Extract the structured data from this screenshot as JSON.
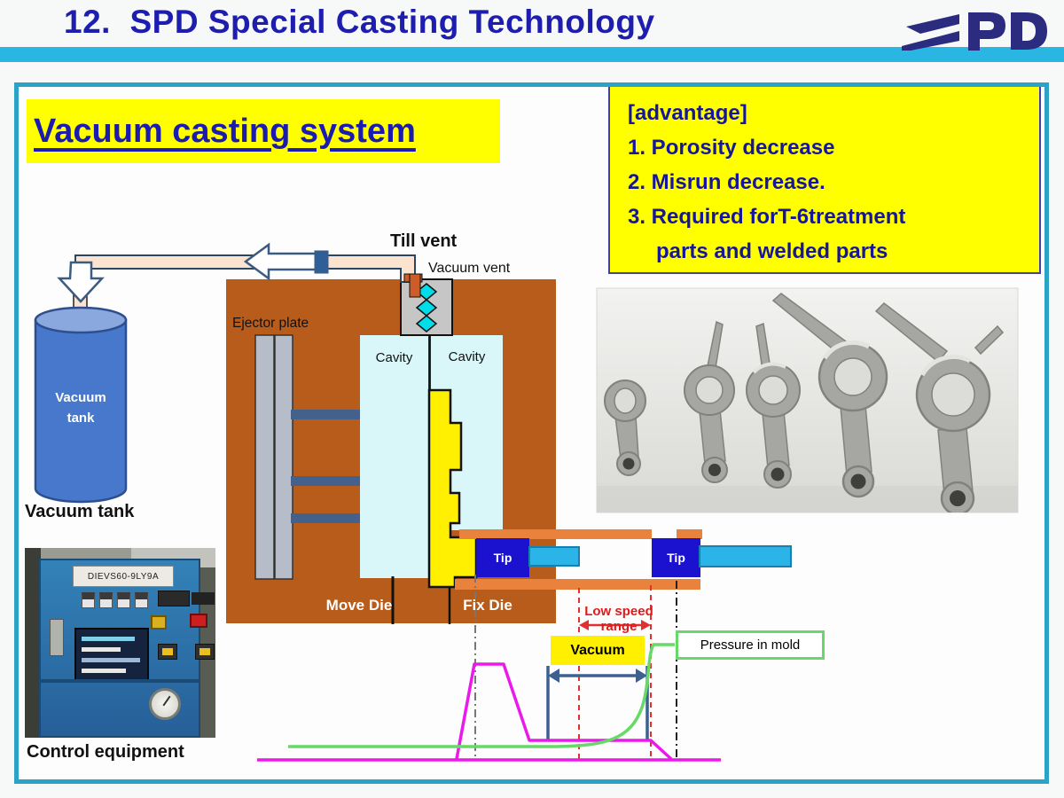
{
  "header": {
    "title": "12.  SPD Special Casting Technology",
    "logo": "SPD"
  },
  "title_box": {
    "text": "Vacuum casting system"
  },
  "advantage_box": {
    "heading": "[advantage]",
    "lines": [
      "1. Porosity decrease",
      "2. Misrun decrease.",
      "3. Required forT-6treatment",
      "parts and welded parts"
    ]
  },
  "diagram": {
    "labels": {
      "till_vent": "Till vent",
      "vacuum_vent": "Vacuum vent",
      "ejector_plate": "Ejector plate",
      "cavity_left": "Cavity",
      "cavity_right": "Cavity",
      "tank_line1": "Vacuum",
      "tank_line2": "tank",
      "tank_caption": "Vacuum tank",
      "move_die": "Move Die",
      "fix_die": "Fix Die",
      "tip_left": "Tip",
      "tip_right": "Tip"
    },
    "colors": {
      "die_brown": "#b85c1b",
      "sleeve_orange": "#e8823c",
      "tip_blue": "#1a12cf",
      "rod_blue": "#2ab4e8",
      "pin_blue": "#44618c",
      "tank_blue": "#4878cc",
      "cavity_cyan": "#d9f6f8",
      "part_yellow": "#ffef00",
      "vent_cyan": "#00dce8",
      "frame_teal": "#2ba3c6",
      "bar_cyan": "#29b6e2",
      "navy_text": "#16169c"
    }
  },
  "graph": {
    "type": "line",
    "description": "Qualitative shot profile under the die: plunger speed trace and pressure-in-mold trace vs plunger position; no axes or numeric scales shown.",
    "series": [
      {
        "name": "Plunger speed",
        "color": "#ea1aea",
        "shape": "baseline, steep rise to high plateau, drop to mid level through low speed range, fall to baseline"
      },
      {
        "name": "Pressure in mold",
        "color": "#66d966",
        "shape": "near-zero flat, exponential rise at end of low speed range to high plateau"
      }
    ],
    "annotations": {
      "low_speed_range": "Low speed range",
      "vacuum": "Vacuum",
      "pressure_in_mold": "Pressure in mold"
    }
  },
  "photos": {
    "castings": {
      "content": "five aluminium die-cast connecting rods, increasing size left to right, two largest with long sprue tails"
    },
    "control": {
      "panel_label": "DIEVS60-9LY9A",
      "caption": "Control equipment"
    }
  }
}
